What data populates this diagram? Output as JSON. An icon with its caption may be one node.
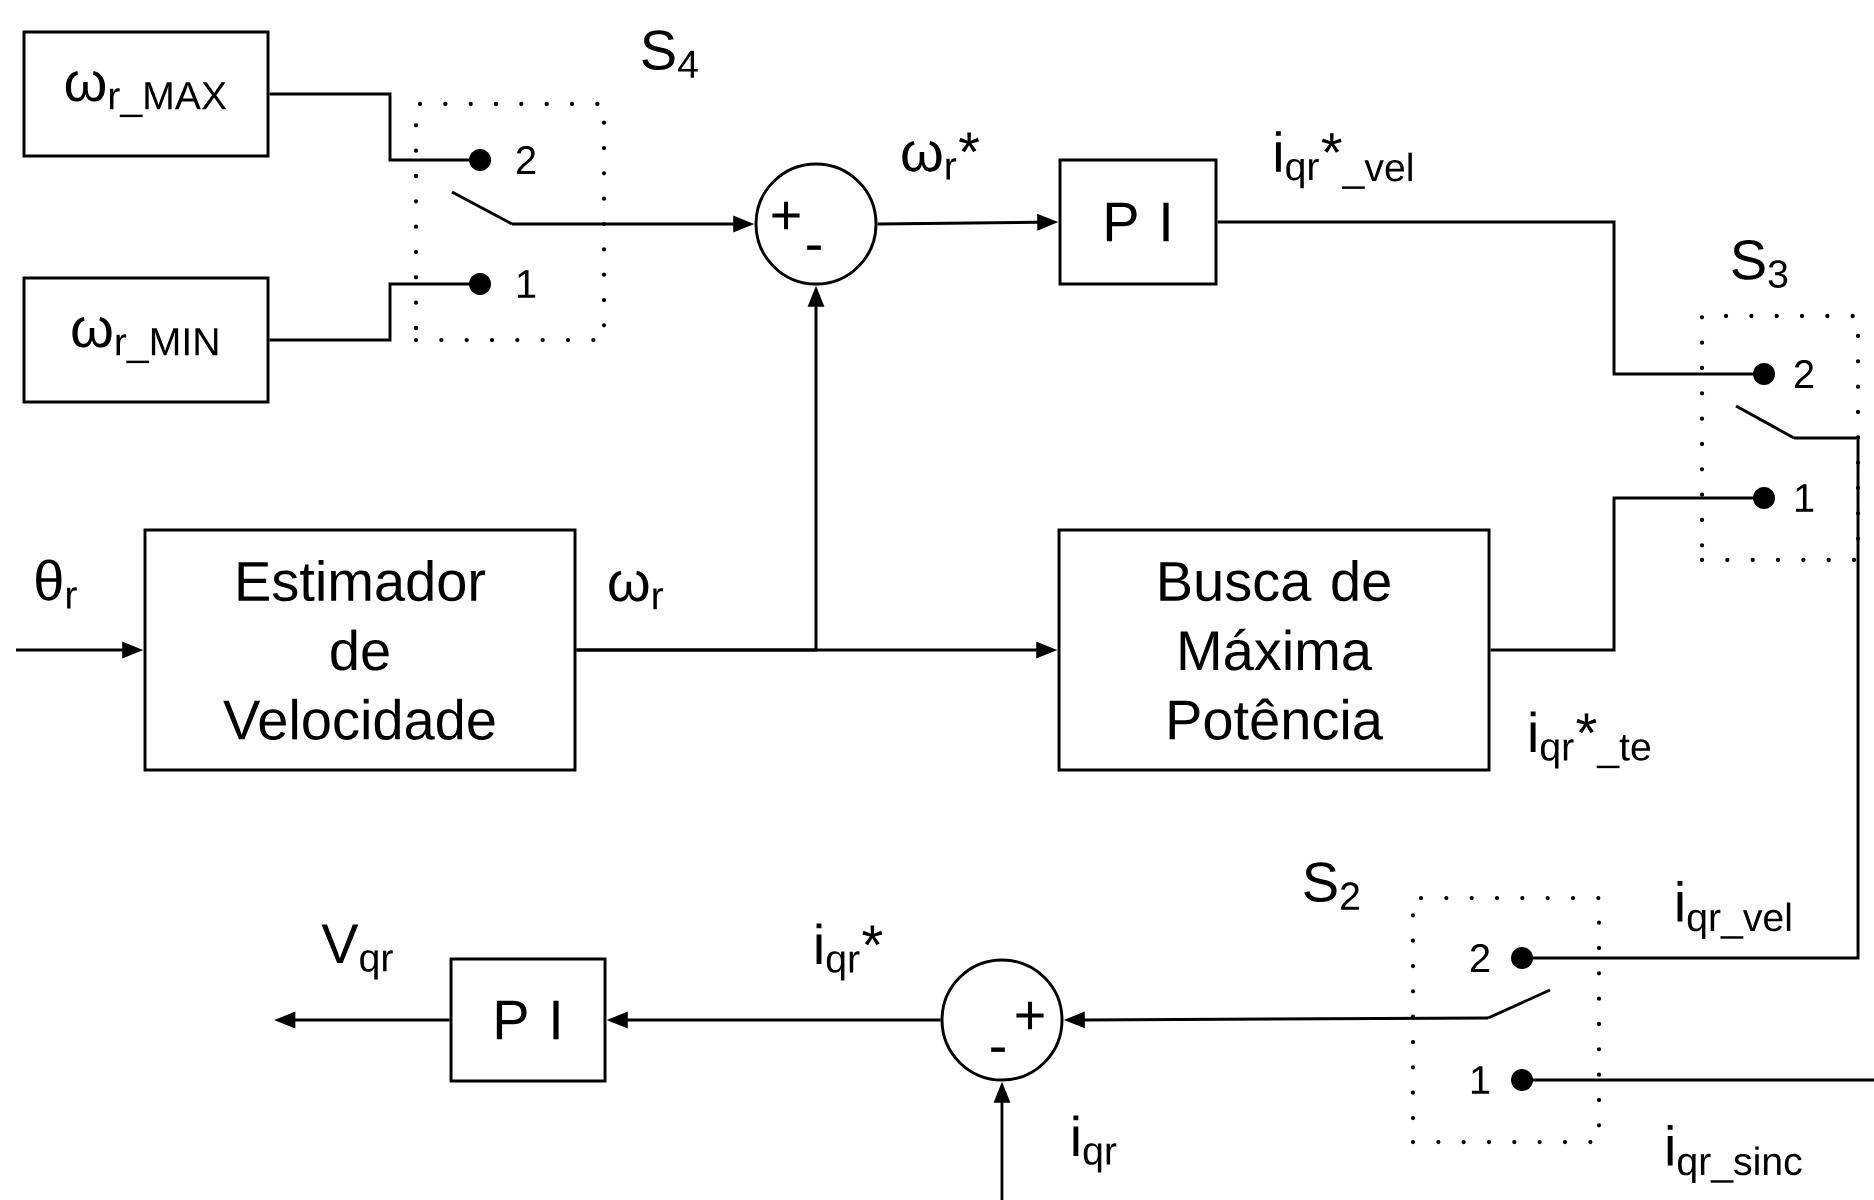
{
  "diagram": {
    "nodes": [
      {
        "text": [
          "ω$_{r_MAX}$"
        ]
      },
      {
        "text": [
          "ω$_{r_MIN}$"
        ]
      },
      {
        "text": [
          "S$_{4}$",
          "2",
          "1"
        ]
      },
      {
        "text": [
          "+",
          "-"
        ]
      },
      {
        "text": [
          "P I"
        ]
      },
      {
        "text": [
          "S$_{3}$",
          "2",
          "1"
        ]
      },
      {
        "text": [
          "Estimador de Velocidade"
        ]
      },
      {
        "text": [
          "Busca de Máxima Potência"
        ]
      },
      {
        "text": [
          "S$_{2}$",
          "2",
          "1"
        ]
      },
      {
        "text": [
          "+",
          "-"
        ]
      },
      {
        "text": [
          "P I"
        ]
      }
    ],
    "edges": [
      {
        "from": 0,
        "to": 2,
        "arrow": "none"
      },
      {
        "from": 1,
        "to": 2,
        "arrow": "none"
      },
      {
        "from": 2,
        "to": 3,
        "arrow": "to"
      },
      {
        "from": 3,
        "to": 4,
        "arrow": "to",
        "label": "ω$_{r}$*"
      },
      {
        "from": 4,
        "to": 5,
        "arrow": "none",
        "label": "i$_{qr}$*$_{_vel}$"
      },
      {
        "from": 7,
        "to": 5,
        "arrow": "none",
        "label": "i$_{qr}$*$_{_te}$"
      },
      {
        "from": 5,
        "to": 8,
        "arrow": "none",
        "label": "i$_{qr_vel}$"
      },
      {
        "from": null,
        "to": 8,
        "arrow": "none",
        "label": "i$_{qr_sinc}$"
      },
      {
        "from": 8,
        "to": 9,
        "arrow": "to"
      },
      {
        "from": 9,
        "to": 10,
        "arrow": "to",
        "label": "i$_{qr}$*"
      },
      {
        "from": 10,
        "to": null,
        "arrow": "to",
        "label": "V$_{qr}$"
      },
      {
        "from": null,
        "to": 9,
        "arrow": "to",
        "label": "i$_{qr}$"
      },
      {
        "from": null,
        "to": 6,
        "arrow": "to",
        "label": "θ$_{r}$"
      },
      {
        "from": 6,
        "to": 7,
        "arrow": "to",
        "label": "ω$_{r}$"
      },
      {
        "from": 6,
        "to": 3,
        "arrow": "to"
      }
    ]
  }
}
